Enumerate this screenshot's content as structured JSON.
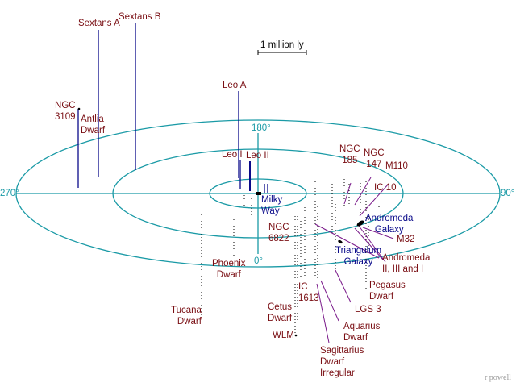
{
  "title": "Local Group of galaxies (1 million light-year scale)",
  "scale_bar": {
    "label": "1 million ly"
  },
  "compass": {
    "deg_0": "0°",
    "deg_90": "90°",
    "deg_180": "180°",
    "deg_270": "270°"
  },
  "credit": "r powell",
  "colors": {
    "ellipse": "#1a9aa6",
    "above_plane_line": "#0a0a8a",
    "below_plane_line": "#7a1a8a",
    "label_dark_red": "#7a0f14",
    "label_blue": "#0a0a8a"
  },
  "labels": {
    "sextans_a": "Sextans A",
    "sextans_b": "Sextans B",
    "ngc_3109": "NGC\n3109",
    "antlia_dwarf": "Antlia\nDwarf",
    "leo_a": "Leo A",
    "leo_i": "Leo I",
    "leo_ii": "Leo II",
    "milky_way": "Milky\nWay",
    "ngc_185": "NGC\n185",
    "ngc_147": "NGC\n147",
    "m110": "M110",
    "ic_10": "IC 10",
    "andromeda_galaxy": "Andromeda\nGalaxy",
    "m32": "M32",
    "triangulum_galaxy": "Triangulum\nGalaxy",
    "andromeda_ii_iii_i": "Andromeda\nII, III and I",
    "ngc_6822": "NGC\n6822",
    "phoenix_dwarf": "Phoenix\nDwarf",
    "tucana_dwarf": "Tucana\nDwarf",
    "pegasus_dwarf": "Pegasus\nDwarf",
    "lgs_3": "LGS 3",
    "aquarius_dwarf": "Aquarius\nDwarf",
    "ic_1613": "IC\n1613",
    "cetus_dwarf": "Cetus\nDwarf",
    "wlm": "WLM",
    "sagittarius_dwarf_irregular": "Sagittarius\nDwarf\nIrregular"
  }
}
